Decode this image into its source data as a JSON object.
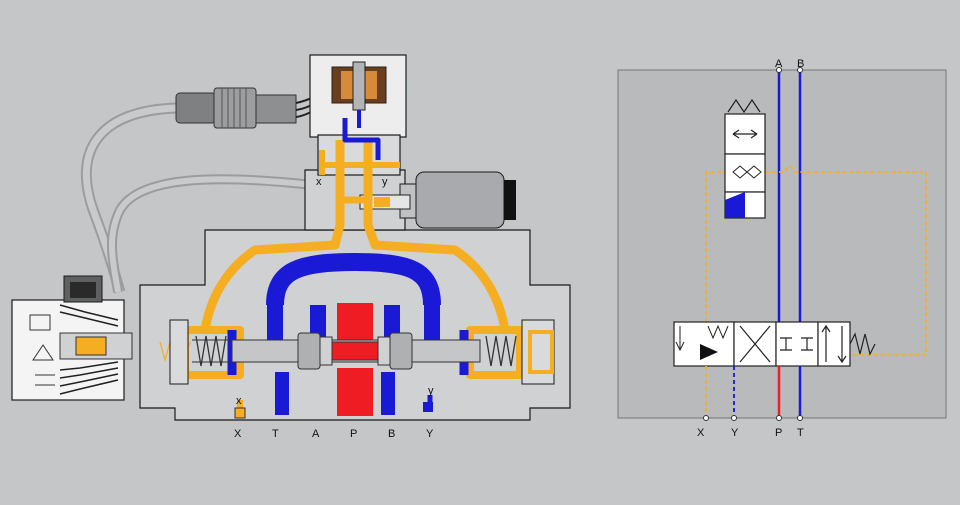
{
  "colors": {
    "background": "#c5c6c8",
    "body": "#cfd1d3",
    "pilot_pressure": "#f5ae22",
    "tank": "#1a1ad6",
    "pressure": "#ef1c24",
    "housing": "#e9eaeb",
    "outline": "#1b1b1b"
  },
  "cross_section": {
    "port_labels": [
      "X",
      "T",
      "A",
      "P",
      "B",
      "Y"
    ],
    "pilot_labels": [
      "x",
      "y"
    ],
    "bottom_pilot_labels": [
      "x",
      "y"
    ]
  },
  "schematic": {
    "top_labels": [
      "A",
      "B"
    ],
    "bottom_labels": [
      "X",
      "Y",
      "P",
      "T"
    ]
  }
}
